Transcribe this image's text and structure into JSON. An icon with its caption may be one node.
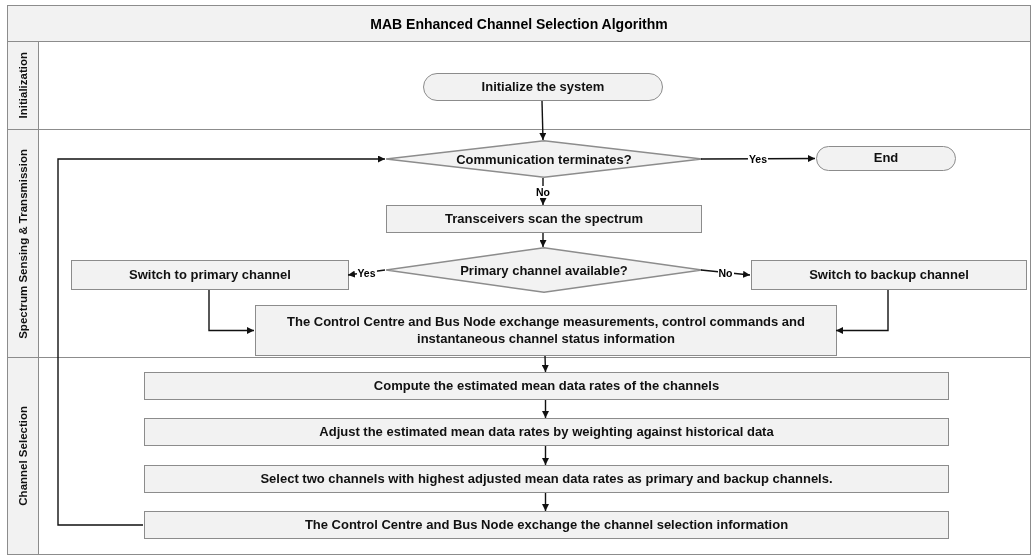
{
  "diagram": {
    "title": "MAB Enhanced Channel Selection Algorithm",
    "nodes": [
      {
        "text": [
          "Initialization"
        ]
      },
      {
        "text": [
          "Initialize the system"
        ],
        "in": 0
      },
      {
        "text": [
          "Spectrum Sensing & Transmission"
        ]
      },
      {
        "text": [
          "Communication terminates?"
        ],
        "in": 2
      },
      {
        "text": [
          "End"
        ],
        "in": 2
      },
      {
        "text": [
          "Transceivers scan the spectrum"
        ],
        "in": 2
      },
      {
        "text": [
          "Primary channel available?"
        ],
        "in": 2
      },
      {
        "text": [
          "Switch to primary channel"
        ],
        "in": 2
      },
      {
        "text": [
          "Switch to backup channel"
        ],
        "in": 2
      },
      {
        "text": [
          "The Control Centre and Bus Node exchange measurements, control commands and instantaneous channel status information"
        ],
        "in": 2
      },
      {
        "text": [
          "Channel Selection"
        ]
      },
      {
        "text": [
          "Compute the estimated mean data rates of the channels"
        ],
        "in": 10
      },
      {
        "text": [
          "Adjust the estimated mean data rates by weighting against historical data"
        ],
        "in": 10
      },
      {
        "text": [
          "Select two channels with highest adjusted mean data rates as primary and backup channels."
        ],
        "in": 10
      },
      {
        "text": [
          "The Control Centre and Bus Node exchange the channel selection information"
        ],
        "in": 10
      }
    ],
    "edges": [
      {
        "from": 1,
        "to": 3,
        "arrow": "to"
      },
      {
        "from": 3,
        "to": 4,
        "arrow": "to",
        "label": "Yes"
      },
      {
        "from": 3,
        "to": 5,
        "arrow": "to",
        "label": "No"
      },
      {
        "from": 5,
        "to": 6,
        "arrow": "to"
      },
      {
        "from": 6,
        "to": 7,
        "arrow": "to",
        "label": "Yes"
      },
      {
        "from": 6,
        "to": 8,
        "arrow": "to",
        "label": "No"
      },
      {
        "from": 7,
        "to": 9,
        "arrow": "to"
      },
      {
        "from": 8,
        "to": 9,
        "arrow": "to"
      },
      {
        "from": 9,
        "to": 11,
        "arrow": "to"
      },
      {
        "from": 11,
        "to": 12,
        "arrow": "to"
      },
      {
        "from": 12,
        "to": 13,
        "arrow": "to"
      },
      {
        "from": 13,
        "to": 14,
        "arrow": "to"
      },
      {
        "from": 14,
        "to": 3,
        "arrow": "to"
      }
    ]
  }
}
